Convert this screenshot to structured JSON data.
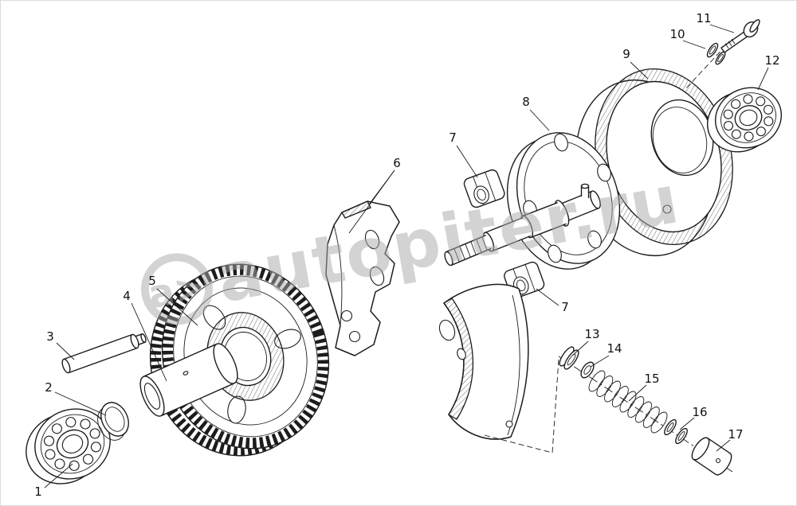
{
  "page": {
    "background": "#ffffff",
    "frame_color": "#dcdcdc"
  },
  "watermark": {
    "logo_text": "a>",
    "text": "autopiter.ru",
    "color": "#a9a9a9"
  },
  "diagram": {
    "type": "exploded-parts-drawing",
    "line_color": "#1c1c1c",
    "callouts": [
      {
        "label": "1"
      },
      {
        "label": "2"
      },
      {
        "label": "3"
      },
      {
        "label": "4"
      },
      {
        "label": "5"
      },
      {
        "label": "6"
      },
      {
        "label": "7"
      },
      {
        "label": "7"
      },
      {
        "label": "8"
      },
      {
        "label": "9"
      },
      {
        "label": "10"
      },
      {
        "label": "11"
      },
      {
        "label": "12"
      },
      {
        "label": "13"
      },
      {
        "label": "14"
      },
      {
        "label": "15"
      },
      {
        "label": "16"
      },
      {
        "label": "17"
      }
    ]
  }
}
